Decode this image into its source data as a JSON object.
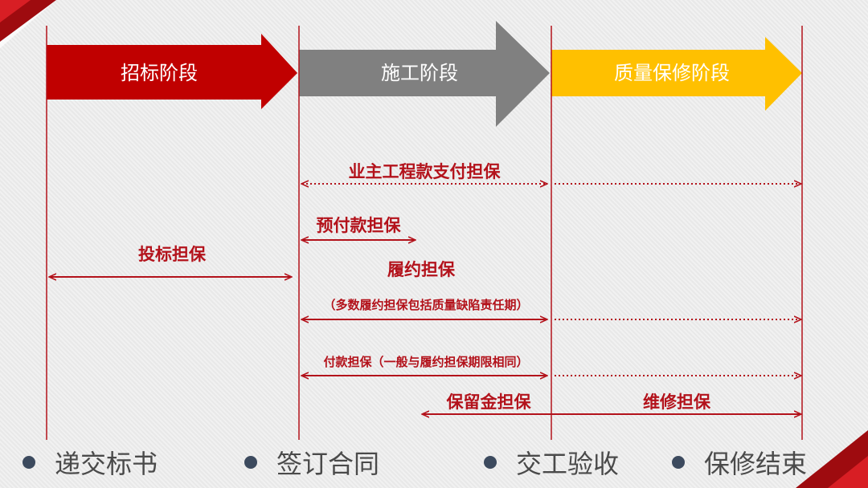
{
  "phases": [
    {
      "label": "招标阶段",
      "color": "#c00000"
    },
    {
      "label": "施工阶段",
      "color": "#808080"
    },
    {
      "label": "质量保修阶段",
      "color": "#ffc000"
    }
  ],
  "guarantees": {
    "owner_payment": "业主工程款支付担保",
    "advance_payment": "预付款担保",
    "bid": "投标担保",
    "performance": "履约担保",
    "performance_note": "（多数履约担保包括质量缺陷责任期）",
    "payment": "付款担保（一般与履约担保期限相同）",
    "retention": "保留金担保",
    "maintenance": "维修担保"
  },
  "milestones": [
    {
      "label": "递交标书"
    },
    {
      "label": "签订合同"
    },
    {
      "label": "交工验收"
    },
    {
      "label": "保修结束"
    }
  ],
  "colors": {
    "accent_red": "#b3121b",
    "dot": "#3c4a5e",
    "milestone_text": "#4a4a4a"
  }
}
